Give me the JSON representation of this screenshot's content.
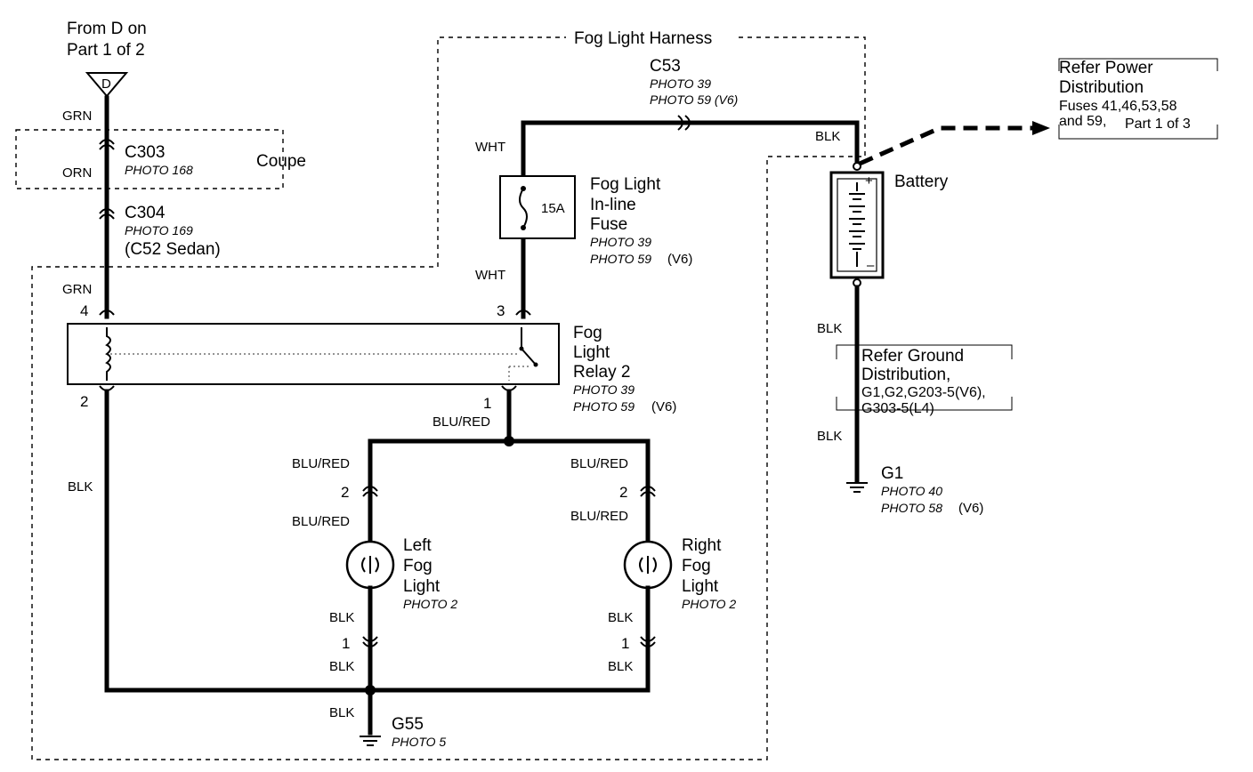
{
  "source": {
    "line1": "From D on",
    "line2": "Part 1 of 2",
    "tag": "D"
  },
  "harness": {
    "title": "Fog Light Harness"
  },
  "connectors": {
    "c303": {
      "name": "C303",
      "photo": "PHOTO 168"
    },
    "c304": {
      "name": "C304",
      "photo": "PHOTO 169",
      "note": "(C52 Sedan)"
    },
    "c53": {
      "name": "C53",
      "photo1": "PHOTO 39",
      "photo2": "PHOTO 59 (V6)"
    }
  },
  "coupe": "Coupe",
  "wires": {
    "grn_top": "GRN",
    "orn": "ORN",
    "grn_relay": "GRN",
    "blk_left": "BLK",
    "wht_top": "WHT",
    "wht_mid": "WHT",
    "blk_top": "BLK",
    "blu_red_pin1": "BLU/RED",
    "blu_red_l1": "BLU/RED",
    "blu_red_l2": "BLU/RED",
    "blu_red_r1": "BLU/RED",
    "blu_red_r2": "BLU/RED",
    "blk_l1": "BLK",
    "blk_l2": "BLK",
    "blk_r1": "BLK",
    "blk_r2": "BLK",
    "blk_g55": "BLK",
    "blk_bat1": "BLK",
    "blk_bat2": "BLK"
  },
  "fuse": {
    "line1": "Fog Light",
    "line2": "In-line",
    "line3": "Fuse",
    "rating": "15A",
    "photo1": "PHOTO 39",
    "photo2": "PHOTO 59",
    "photo2_suffix": "(V6)"
  },
  "relay": {
    "line1": "Fog",
    "line2": "Light",
    "line3": "Relay 2",
    "photo1": "PHOTO 39",
    "photo2": "PHOTO 59",
    "photo2_suffix": "(V6)",
    "pin4": "4",
    "pin3": "3",
    "pin2": "2",
    "pin1": "1"
  },
  "left_light": {
    "line1": "Left",
    "line2": "Fog",
    "line3": "Light",
    "photo": "PHOTO 2",
    "pin_top": "2",
    "pin_bottom": "1"
  },
  "right_light": {
    "line1": "Right",
    "line2": "Fog",
    "line3": "Light",
    "photo": "PHOTO 2",
    "pin_top": "2",
    "pin_bottom": "1"
  },
  "battery": {
    "label": "Battery",
    "plus": "+",
    "minus": "–"
  },
  "power_ref": {
    "line1": "Refer Power",
    "line2": "Distribution",
    "line3": "Fuses 41,46,53,58",
    "line4a": "and 59,",
    "line4b": "Part 1 of 3"
  },
  "ground_ref": {
    "line1": "Refer Ground",
    "line2": "Distribution,",
    "line3": "G1,G2,G203-5(V6),",
    "line4": "G303-5(L4)"
  },
  "g55": {
    "name": "G55",
    "photo": "PHOTO 5"
  },
  "g1": {
    "name": "G1",
    "photo1": "PHOTO 40",
    "photo2": "PHOTO 58",
    "photo2_suffix": "(V6)"
  }
}
